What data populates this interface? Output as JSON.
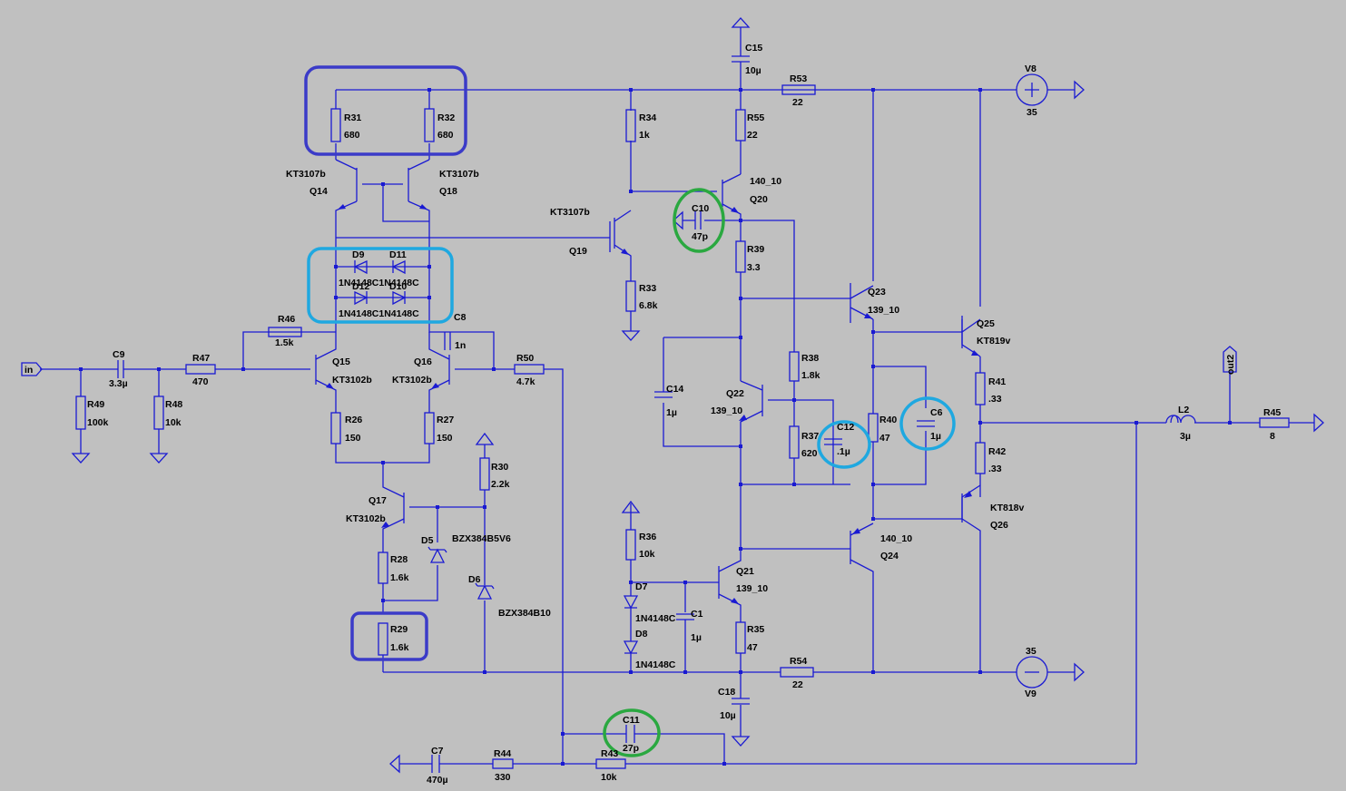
{
  "labels": {
    "R31": [
      "R31",
      "680"
    ],
    "R32": [
      "R32",
      "680"
    ],
    "R34": [
      "R34",
      "1k"
    ],
    "R55": [
      "R55",
      "22"
    ],
    "C15": [
      "C15",
      "10µ"
    ],
    "R53": [
      "R53",
      "22"
    ],
    "V8": [
      "V8",
      "35"
    ],
    "Q14": [
      "KT3107b",
      "Q14"
    ],
    "Q18": [
      "KT3107b",
      "Q18"
    ],
    "Q19": [
      "KT3107b",
      "Q19"
    ],
    "Q20": [
      "140_10",
      "Q20"
    ],
    "C10": [
      "C10",
      "47p"
    ],
    "R39": [
      "R39",
      "3.3"
    ],
    "R33": [
      "R33",
      "6.8k"
    ],
    "D9": "D9",
    "D11": "D11",
    "D12": "D12",
    "D10": "D10",
    "D_row1": "1N4148C1N4148C",
    "D_row2": "1N4148C1N4148C",
    "Q23": [
      "Q23",
      "139_10"
    ],
    "Q25": [
      "Q25",
      "KT819v"
    ],
    "R46": [
      "R46",
      "1.5k"
    ],
    "C8": [
      "C8",
      "1n"
    ],
    "in": "in",
    "C9": [
      "C9",
      "3.3µ"
    ],
    "R47": [
      "R47",
      "470"
    ],
    "Q15": [
      "Q15",
      "KT3102b"
    ],
    "Q16": [
      "Q16",
      "KT3102b"
    ],
    "R50": [
      "R50",
      "4.7k"
    ],
    "R49": [
      "R49",
      "100k"
    ],
    "R48": [
      "R48",
      "10k"
    ],
    "C14": [
      "C14",
      "1µ"
    ],
    "Q22": [
      "Q22",
      "139_10"
    ],
    "R38": [
      "R38",
      "1.8k"
    ],
    "R37": [
      "R37",
      "620"
    ],
    "C12": [
      "C12",
      ".1µ"
    ],
    "R40": [
      "R40",
      "47"
    ],
    "C6": [
      "C6",
      "1µ"
    ],
    "R41": [
      "R41",
      ".33"
    ],
    "R42": [
      "R42",
      ".33"
    ],
    "out2": "out2",
    "L2": [
      "L2",
      "3µ"
    ],
    "R45": [
      "R45",
      "8"
    ],
    "R26": [
      "R26",
      "150"
    ],
    "R27": [
      "R27",
      "150"
    ],
    "R30": [
      "R30",
      "2.2k"
    ],
    "Q17": [
      "Q17",
      "KT3102b"
    ],
    "D5": [
      "D5",
      "BZX384B5V6"
    ],
    "D6": [
      "D6",
      "BZX384B10"
    ],
    "R28": [
      "R28",
      "1.6k"
    ],
    "R29": [
      "R29",
      "1.6k"
    ],
    "R36": [
      "R36",
      "10k"
    ],
    "D7": [
      "D7",
      "1N4148C"
    ],
    "D8": [
      "D8",
      "1N4148C"
    ],
    "C1": [
      "C1",
      "1µ"
    ],
    "Q21": [
      "Q21",
      "139_10"
    ],
    "Q24": [
      "140_10",
      "Q24"
    ],
    "Q26": [
      "KT818v",
      "Q26"
    ],
    "R35": [
      "R35",
      "47"
    ],
    "R54": [
      "R54",
      "22"
    ],
    "V9": [
      "35",
      "V9"
    ],
    "C18": [
      "C18",
      "10µ"
    ],
    "C11": [
      "C11",
      "27p"
    ],
    "C7": [
      "C7",
      "470µ"
    ],
    "R44": [
      "R44",
      "330"
    ],
    "R43": [
      "R43",
      "10k"
    ]
  },
  "colors": {
    "background": "#c0c0c0",
    "wire": "#1a1ad2",
    "label": "#000000",
    "highlight_dark_blue": "#3b3bc8",
    "highlight_cyan": "#1fa8e0",
    "highlight_green": "#2aa840"
  }
}
